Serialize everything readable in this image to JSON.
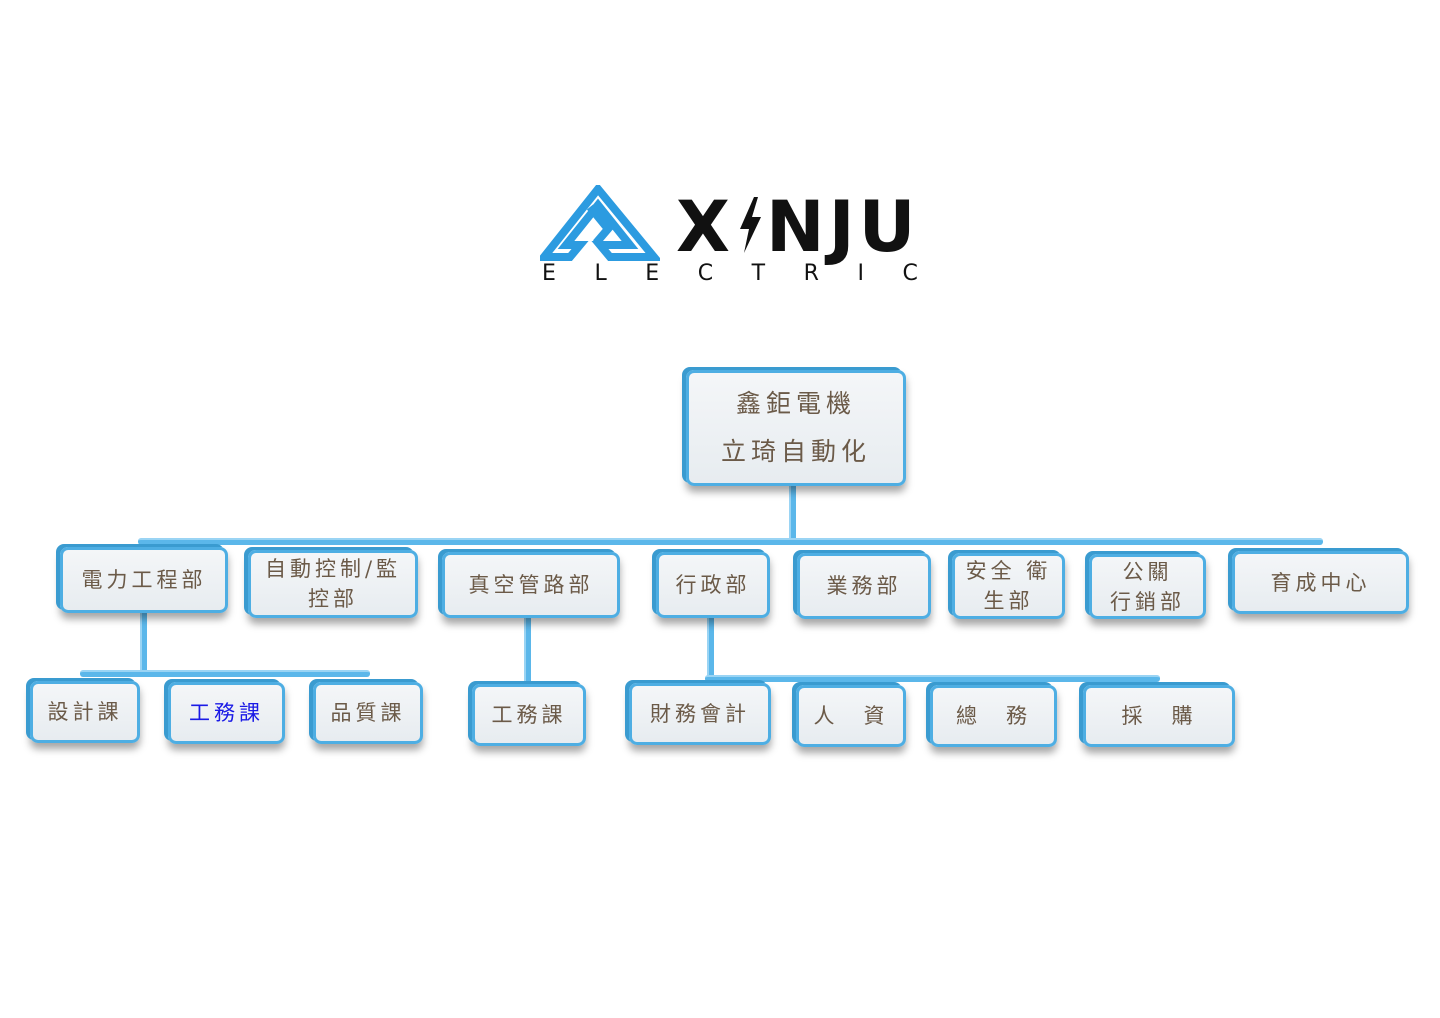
{
  "logo": {
    "name": "XINJU",
    "name_left": "X",
    "name_right": "NJU",
    "subtitle": [
      "E",
      "L",
      "E",
      "C",
      "T",
      "R",
      "I",
      "C"
    ],
    "colors": {
      "mark": "#2c9be0",
      "text": "#111111"
    }
  },
  "chart": {
    "root": {
      "lines": [
        "鑫鉅電機",
        "立琦自動化"
      ]
    },
    "departments": [
      {
        "lines": [
          "電力工程部"
        ]
      },
      {
        "lines": [
          "自動控制/監",
          "控部"
        ]
      },
      {
        "lines": [
          "真空管路部"
        ]
      },
      {
        "lines": [
          "行政部"
        ]
      },
      {
        "lines": [
          "業務部"
        ]
      },
      {
        "lines": [
          "安全 衛",
          "生部"
        ]
      },
      {
        "lines": [
          "公關",
          "行銷部"
        ]
      },
      {
        "lines": [
          "育成中心"
        ]
      }
    ],
    "power_sections": [
      {
        "label": "設計課"
      },
      {
        "label": "工務課",
        "highlight": true
      },
      {
        "label": "品質課"
      }
    ],
    "vacuum_sections": [
      {
        "label": "工務課"
      }
    ],
    "admin_sections": [
      {
        "label": "財務會計"
      },
      {
        "label": "人　資"
      },
      {
        "label": "總　務"
      },
      {
        "label": "採　購"
      }
    ],
    "colors": {
      "border": "#4eaee3",
      "connector": "#5bb7ea",
      "text": "#6b5a48",
      "highlight_text": "#1a1ae6"
    }
  }
}
